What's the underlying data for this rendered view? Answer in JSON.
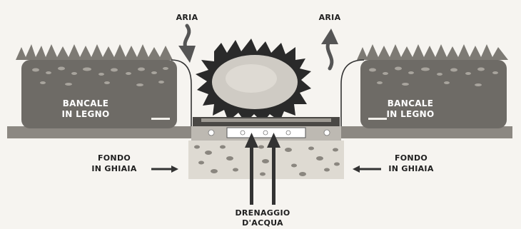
{
  "labels": {
    "air_left": "ARIA",
    "air_right": "ARIA",
    "pallet_left_line1": "BANCALE",
    "pallet_left_line2": "IN LEGNO",
    "pallet_right_line1": "BANCALE",
    "pallet_right_line2": "IN LEGNO",
    "gravel_left_line1": "FONDO",
    "gravel_left_line2": "IN GHIAIA",
    "gravel_right_line1": "FONDO",
    "gravel_right_line2": "IN GHIAIA",
    "drainage_line1": "DRENAGGIO",
    "drainage_line2": "D'ACQUA"
  },
  "colors": {
    "background": "#f6f4f0",
    "pallet": "#6e6b66",
    "ground": "#8c8882",
    "grass": "#7d7a74",
    "gravel_bed": "#dedad2",
    "fire_core": "#cfcbc4",
    "ink": "#1f1f1f"
  }
}
